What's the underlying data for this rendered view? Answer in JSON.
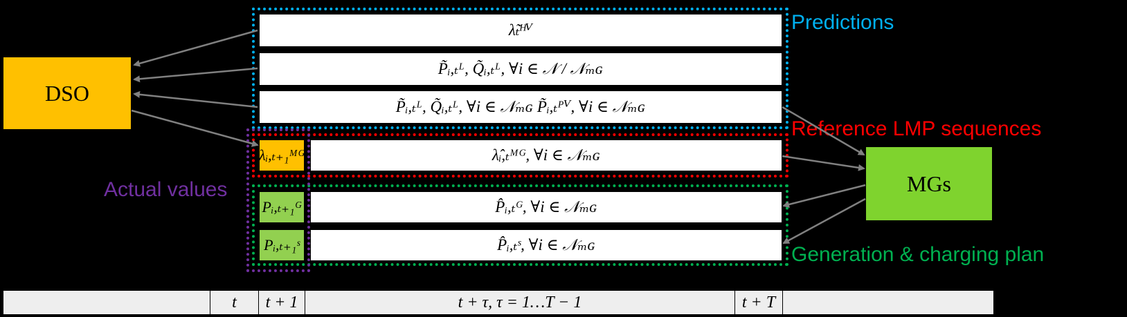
{
  "nodes": {
    "dso": "DSO",
    "mgs": "MGs"
  },
  "labels": {
    "predictions": "Predictions",
    "reference": "Reference LMP sequences",
    "actual": "Actual values",
    "plan": "Generation & charging plan"
  },
  "rows": {
    "price_hv": "λ̃ₜᴴⱽ",
    "load_non_mg": "P̃ᵢ,ₜᴸ, Q̃ᵢ,ₜᴸ, ∀i ∈ 𝒩 / 𝒩ₘɢ",
    "load_mg_pv": "P̃ᵢ,ₜᴸ, Q̃ᵢ,ₜᴸ, ∀i ∈ 𝒩ₘɢ   P̃ᵢ,ₜᴾⱽ, ∀i ∈ 𝒩ₘɢ",
    "lmp_seq": "λ̂ᵢ,ₜᴹᴳ, ∀i ∈ 𝒩ₘɢ",
    "gen_plan": "P̂ᵢ,ₜᴳ, ∀i ∈ 𝒩ₘɢ",
    "charge_plan": "P̂ᵢ,ₜˢ, ∀i ∈ 𝒩ₘɢ"
  },
  "actual_cells": {
    "lmp": "λᵢ,ₜ₊₁ᴹᴳ",
    "gen": "Pᵢ,ₜ₊₁ᴳ",
    "charge": "Pᵢ,ₜ₊₁ˢ"
  },
  "timeline": {
    "t": "t",
    "t_plus_1": "t + 1",
    "horizon": "t + τ, τ = 1…T − 1",
    "t_plus_T": "t + T"
  },
  "colors": {
    "background": "#000000",
    "dso": "#FFC000",
    "mgs": "#7FD32E",
    "actual_green": "#92D050",
    "predictions_border": "#00B0F0",
    "reference_border": "#FF0000",
    "actual_border": "#7030A0",
    "plan_border": "#00B050",
    "arrow": "#808080"
  }
}
